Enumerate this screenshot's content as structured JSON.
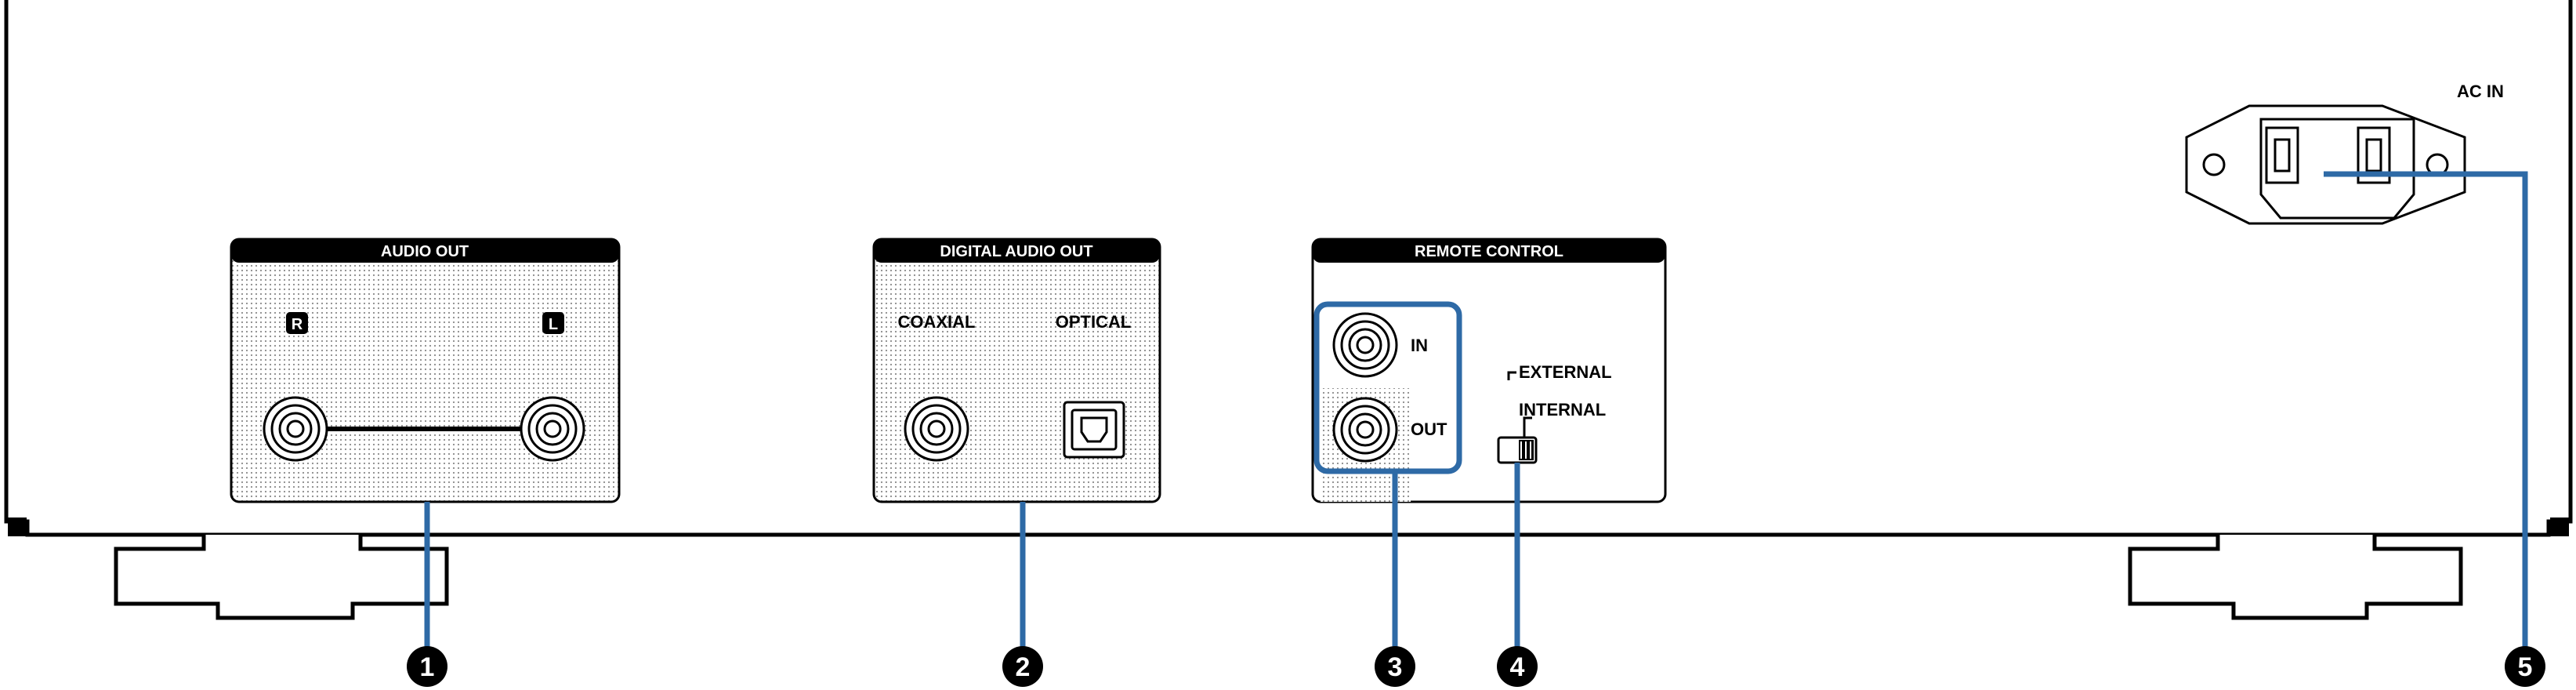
{
  "panels": {
    "audio_out": {
      "title": "AUDIO OUT",
      "right": "R",
      "left": "L"
    },
    "digital_audio_out": {
      "title": "DIGITAL AUDIO OUT",
      "coaxial": "COAXIAL",
      "optical": "OPTICAL"
    },
    "remote_control": {
      "title": "REMOTE CONTROL",
      "in": "IN",
      "out": "OUT",
      "external": "EXTERNAL",
      "internal": "INTERNAL"
    },
    "ac_in": {
      "title": "AC IN"
    }
  },
  "callouts": [
    "1",
    "2",
    "3",
    "4",
    "5"
  ],
  "colors": {
    "callout_line": "#2e6aa6",
    "panel_header": "#000000",
    "outline": "#000000"
  }
}
